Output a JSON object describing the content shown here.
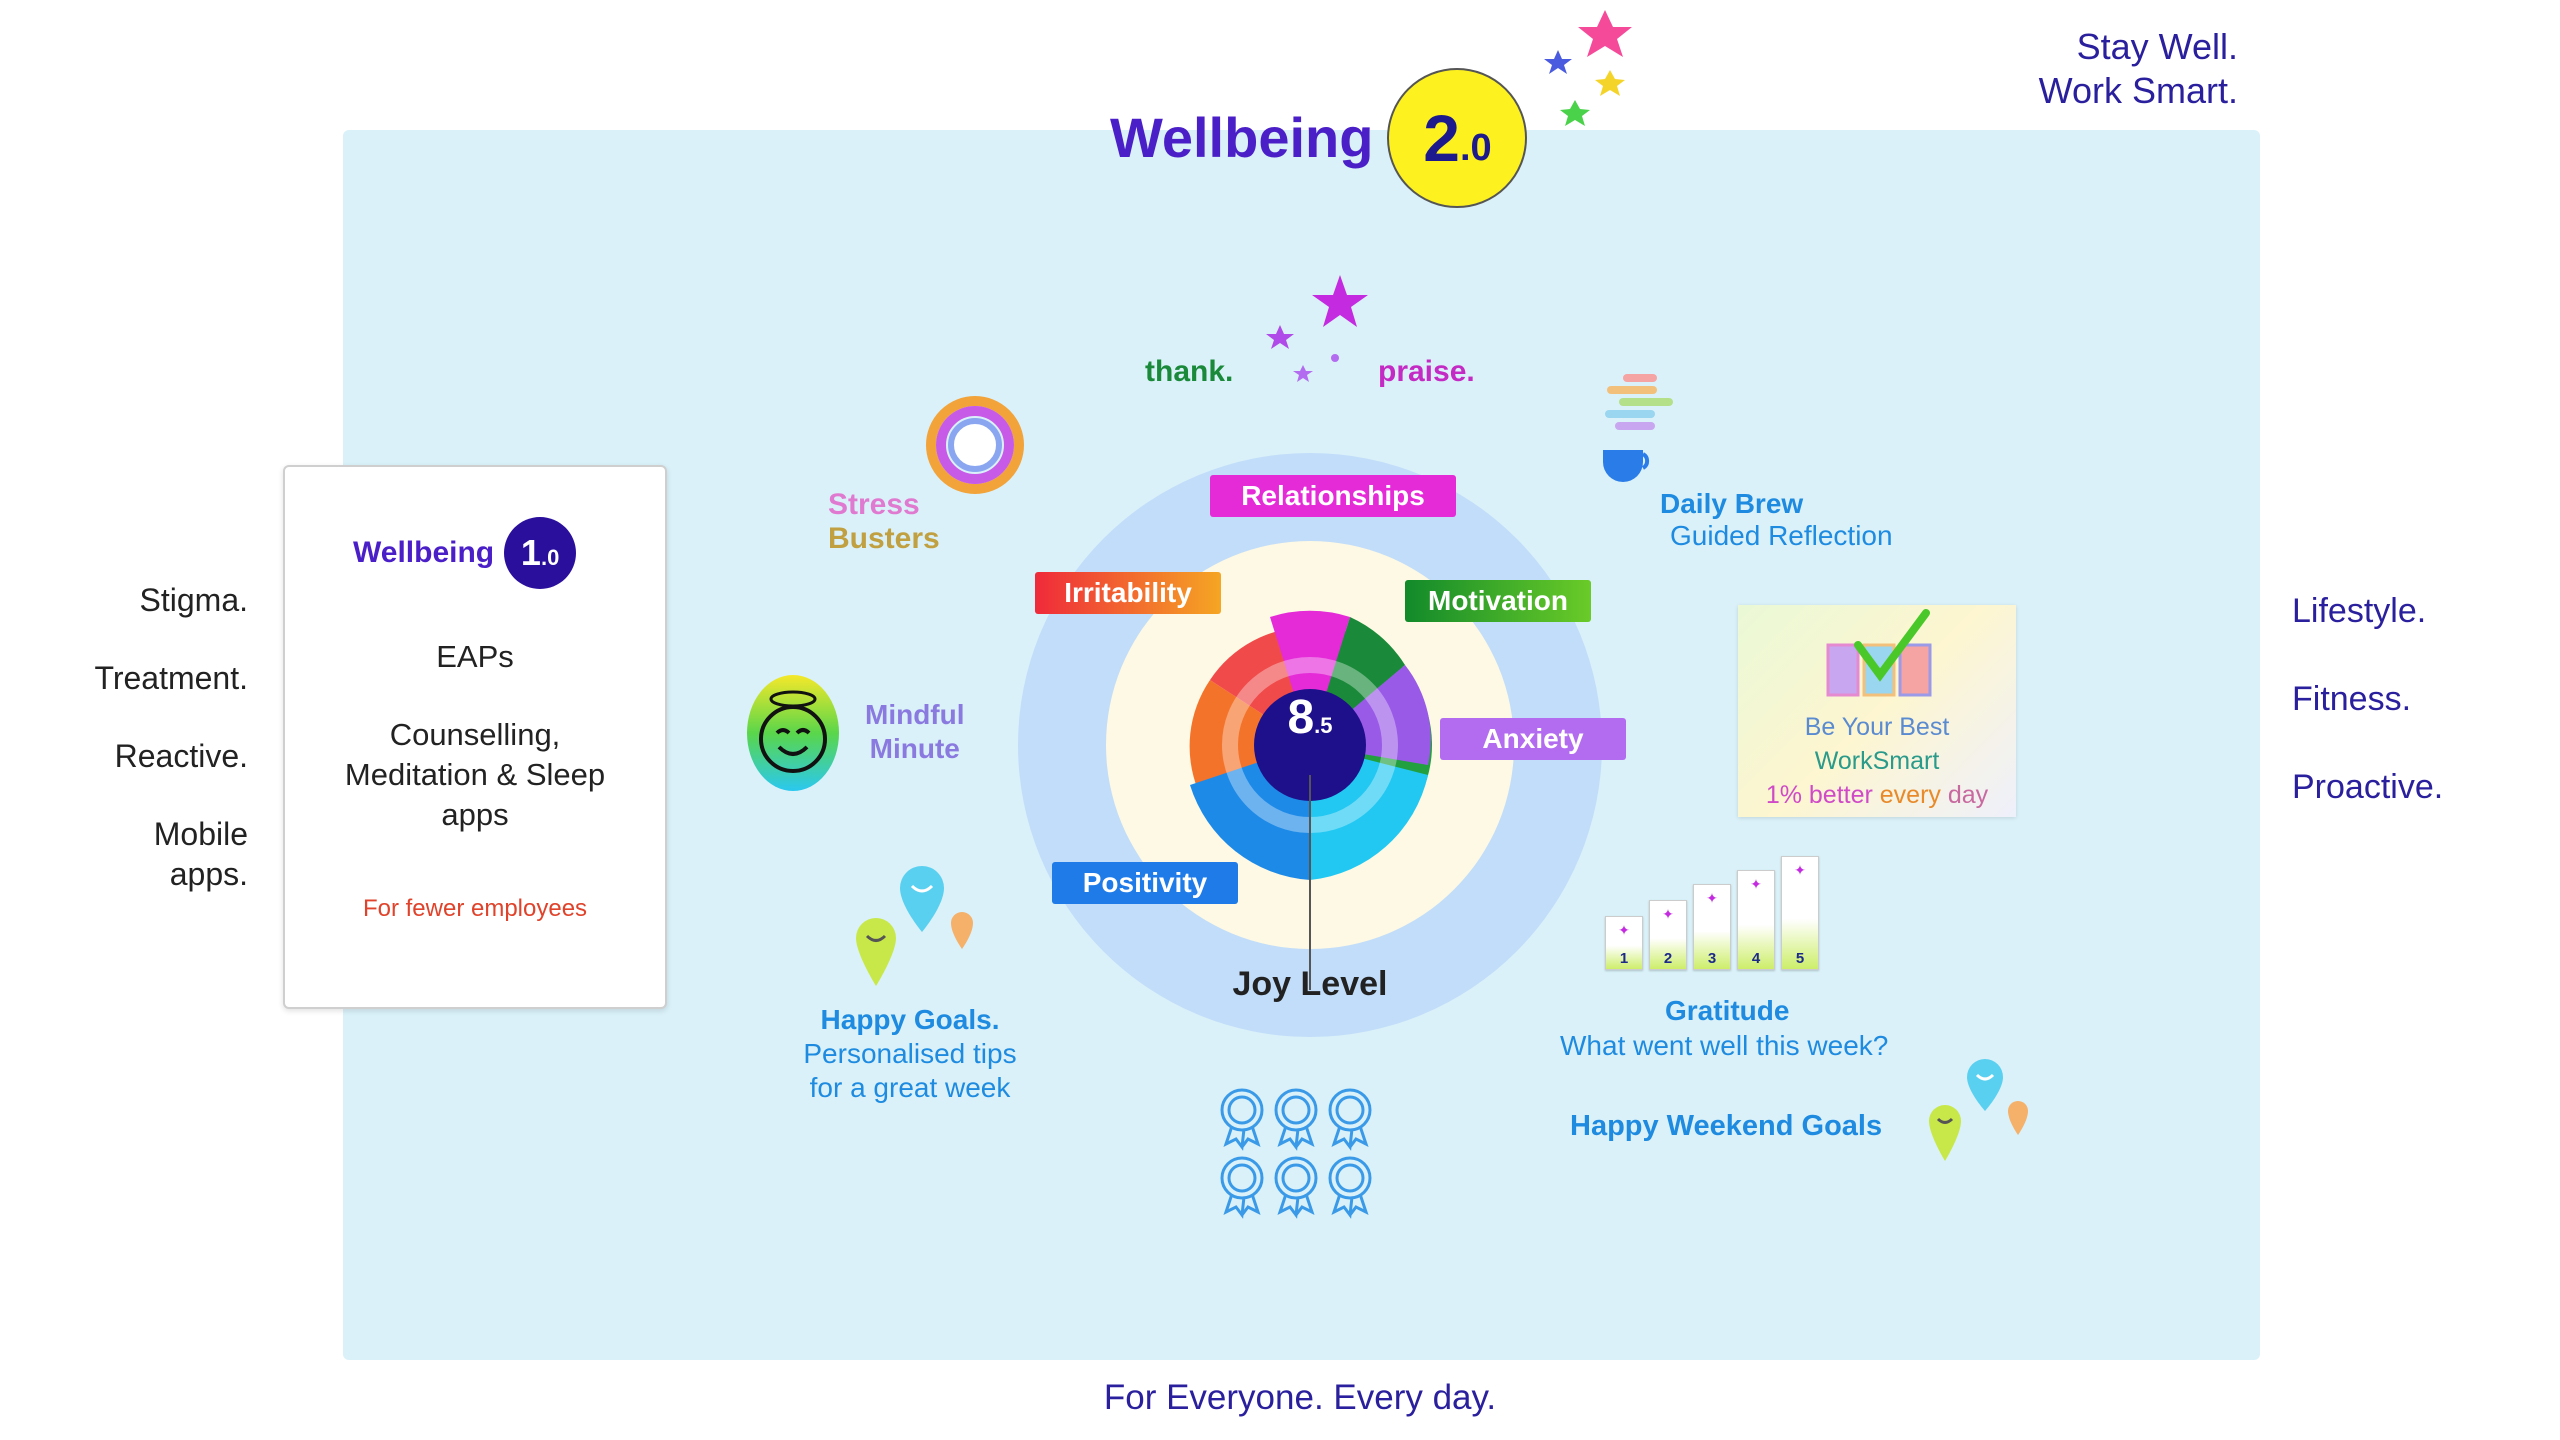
{
  "header": {
    "title": "Wellbeing",
    "version_major": "2",
    "version_minor": ".0",
    "tagline_1": "Stay Well.",
    "tagline_2": "Work Smart."
  },
  "left_labels": [
    "Stigma.",
    "Treatment.",
    "Reactive.",
    "Mobile",
    "apps."
  ],
  "right_labels": [
    "Lifestyle.",
    "Fitness.",
    "Proactive."
  ],
  "card": {
    "title": "Wellbeing",
    "version_major": "1",
    "version_minor": ".0",
    "line_1": "EAPs",
    "line_2": "Counselling,",
    "line_3": "Meditation & Sleep",
    "line_4": "apps",
    "note": "For fewer employees"
  },
  "center": {
    "score_major": "8",
    "score_minor": ".5",
    "joy_label": "Joy Level",
    "tags": {
      "relationships": "Relationships",
      "irritability": "Irritability",
      "motivation": "Motivation",
      "anxiety": "Anxiety",
      "positivity": "Positivity"
    }
  },
  "features": {
    "thank": "thank.",
    "praise": "praise.",
    "stress_1": "Stress",
    "stress_2": "Busters",
    "brew_title": "Daily Brew",
    "brew_sub": "Guided Reflection",
    "mindful_1": "Mindful",
    "mindful_2": "Minute",
    "best_1": "Be Your Best",
    "best_2": "WorkSmart",
    "best_3a": "1% better",
    "best_3b": "every",
    "best_3c": "day",
    "goals_title": "Happy Goals.",
    "goals_1": "Personalised tips",
    "goals_2": "for a great week",
    "gratitude_title": "Gratitude",
    "gratitude_sub": "What went well this week?",
    "weekend": "Happy Weekend Goals",
    "bar_numbers": [
      "1",
      "2",
      "3",
      "4",
      "5"
    ]
  },
  "footer": "For Everyone. Every day.",
  "colors": {
    "panel": "#daf1f9",
    "title": "#4a1fc8",
    "accent_blue": "#1e8be0",
    "tag_relationships": "#e52bd8",
    "tag_irritability": "#ef3a2e",
    "tag_motivation": "#1a9a3a",
    "tag_anxiety": "#b36cf0",
    "tag_positivity": "#1e7be8"
  }
}
